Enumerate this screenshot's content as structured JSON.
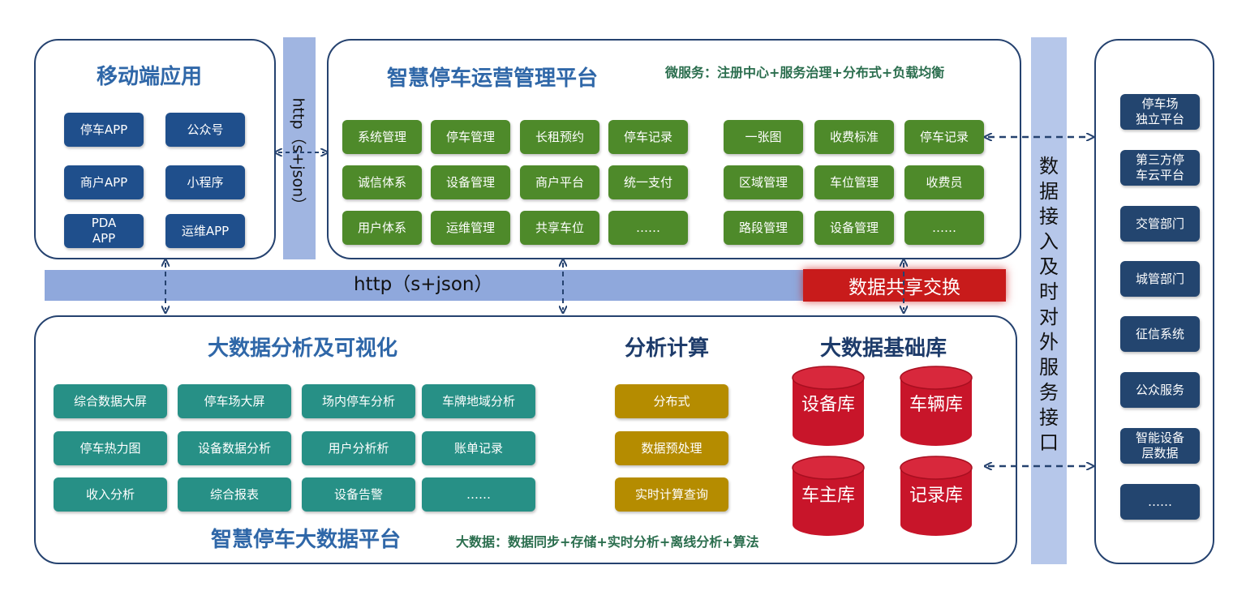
{
  "mobile": {
    "title": "移动端应用",
    "items": [
      "停车APP",
      "公众号",
      "商户APP",
      "小程序",
      "PDA\nAPP",
      "运维APP"
    ]
  },
  "http_vertical_label": "http（s+json）",
  "ops_platform": {
    "title": "智慧停车运营管理平台",
    "note": "微服务：注册中心+服务治理+分布式+负载均衡",
    "left_items": [
      "系统管理",
      "停车管理",
      "长租预约",
      "停车记录",
      "诚信体系",
      "设备管理",
      "商户平台",
      "统一支付",
      "用户体系",
      "运维管理",
      "共享车位",
      "……"
    ],
    "right_items": [
      "一张图",
      "收费标准",
      "停车记录",
      "区域管理",
      "车位管理",
      "收费员",
      "路段管理",
      "设备管理",
      "……"
    ]
  },
  "data_interface": {
    "label": "数据接入及时对外服务接口"
  },
  "external": {
    "items": [
      "停车场\n独立平台",
      "第三方停\n车云平台",
      "交管部门",
      "城管部门",
      "征信系统",
      "公众服务",
      "智能设备\n层数据",
      "……"
    ]
  },
  "http_bar_label": "http（s+json）",
  "exchange_label": "数据共享交换",
  "bigdata_platform": {
    "analysis_title": "大数据分析及可视化",
    "analysis_items": [
      "综合数据大屏",
      "停车场大屏",
      "场内停车分析",
      "车牌地域分析",
      "停车热力图",
      "设备数据分析",
      "用户分析析",
      "账单记录",
      "收入分析",
      "综合报表",
      "设备告警",
      "……"
    ],
    "compute_title": "分析计算",
    "compute_items": [
      "分布式",
      "数据预处理",
      "实时计算查询"
    ],
    "db_title": "大数据基础库",
    "db_items": [
      "设备库",
      "车辆库",
      "车主库",
      "记录库"
    ],
    "footer_title": "智慧停车大数据平台",
    "footer_note": "大数据：数据同步+存储+实时分析+离线分析+算法"
  },
  "colors": {
    "panel_border": "#25426f",
    "title_blue": "#2f67a8",
    "note_green": "#2b6e4e",
    "mobile_btn": "#1f4f8c",
    "ops_btn": "#4e8a2a",
    "analysis_btn": "#279086",
    "compute_btn": "#b58c00",
    "db_red": "#c8152a",
    "external_btn": "#23456f",
    "bar": "#8fa8dc",
    "exchange": "#c81b1b"
  }
}
